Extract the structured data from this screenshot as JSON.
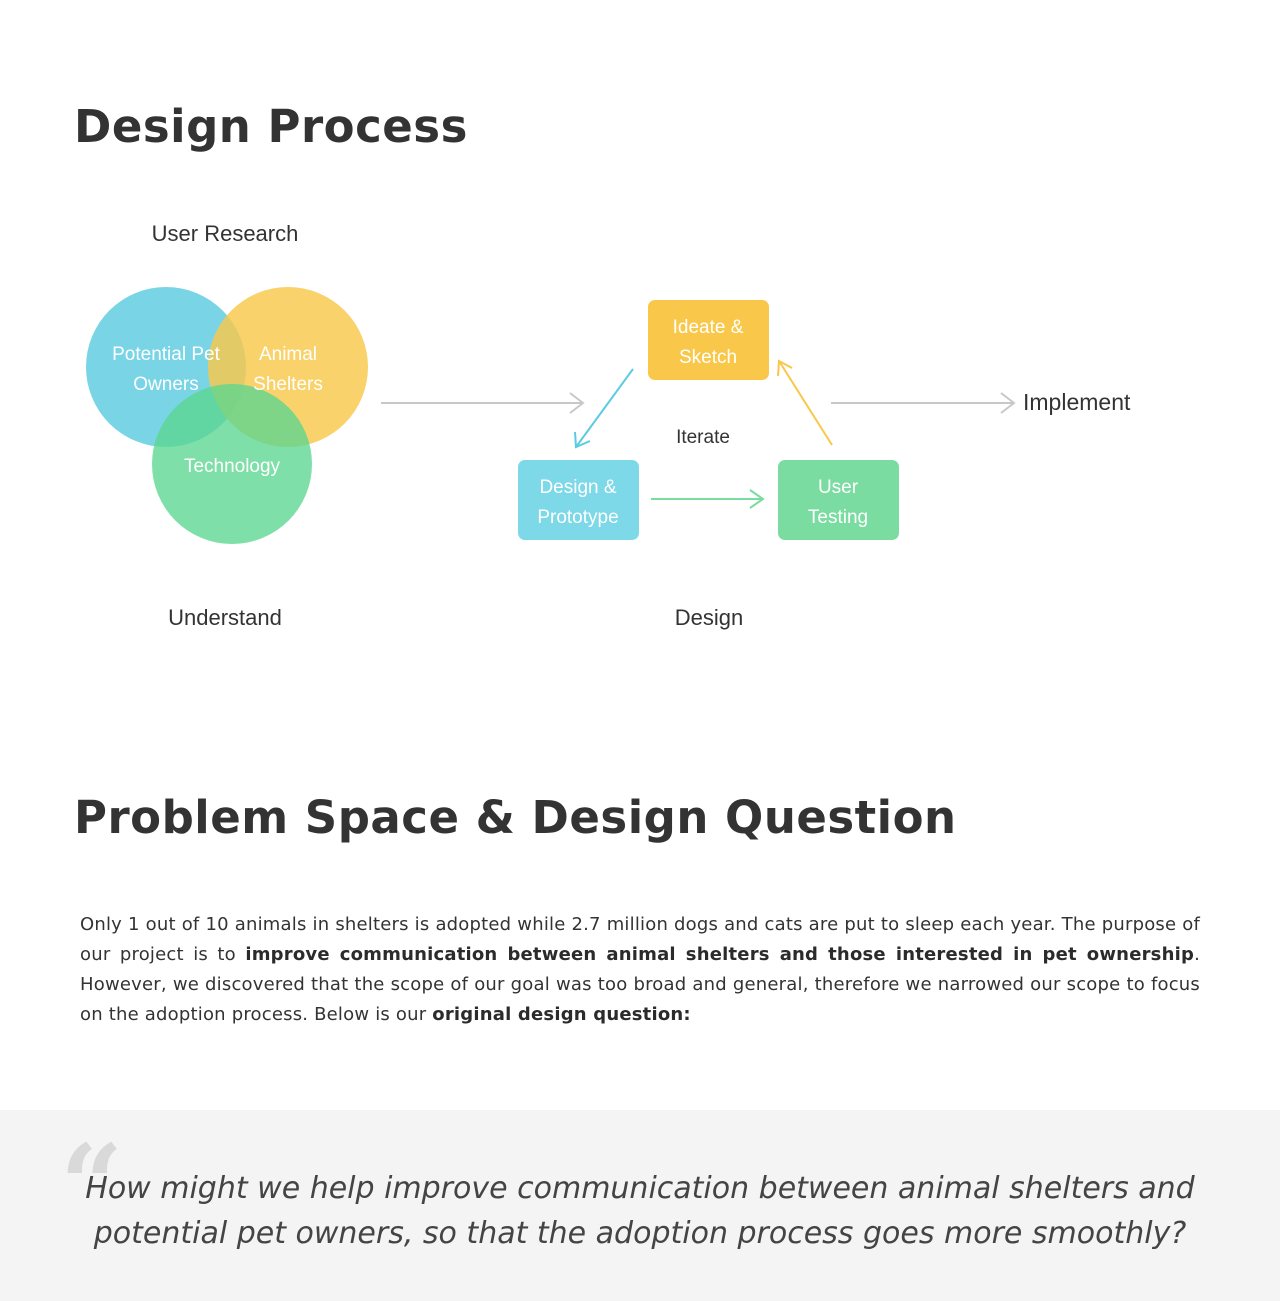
{
  "sections": {
    "design_process": {
      "title": "Design Process"
    },
    "problem_space": {
      "title": "Problem Space & Design Question"
    }
  },
  "diagram": {
    "understand": {
      "heading": "User Research",
      "caption": "Understand",
      "circles": [
        {
          "name": "potential-pet-owners",
          "line1": "Potential Pet",
          "line2": "Owners",
          "color": "#5BCCE0"
        },
        {
          "name": "animal-shelters",
          "line1": "Animal",
          "line2": "Shelters",
          "color": "#F9C84A"
        },
        {
          "name": "technology",
          "line1": "Technology",
          "line2": "",
          "color": "#5BD690"
        }
      ]
    },
    "design": {
      "caption": "Design",
      "center_label": "Iterate",
      "boxes": [
        {
          "name": "ideate-sketch",
          "line1": "Ideate &",
          "line2": "Sketch",
          "color": "#F9C84A"
        },
        {
          "name": "design-prototype",
          "line1": "Design &",
          "line2": "Prototype",
          "color": "#7DD8E8"
        },
        {
          "name": "user-testing",
          "line1": "User",
          "line2": "Testing",
          "color": "#7ADCA0"
        }
      ]
    },
    "implement": {
      "label": "Implement"
    },
    "colors": {
      "arrow_gray": "#c8c8c8",
      "text_white": "#ffffff"
    }
  },
  "problem": {
    "paragraph": {
      "p1": "Only 1 out of 10 animals in shelters is adopted while 2.7 million dogs and cats are put to sleep each year. The purpose of our project is to ",
      "b1": "improve communication between animal shelters and those interested in pet ownership",
      "p2": ". However, we discovered that the scope of our goal was too broad and general, therefore we narrowed our scope to focus on the adoption process. Below is our ",
      "b2": "original design question:"
    },
    "quote": {
      "mark": "“",
      "text": "How might we help improve communication between animal shelters and potential pet owners, so that the adoption process goes more smoothly?"
    }
  }
}
